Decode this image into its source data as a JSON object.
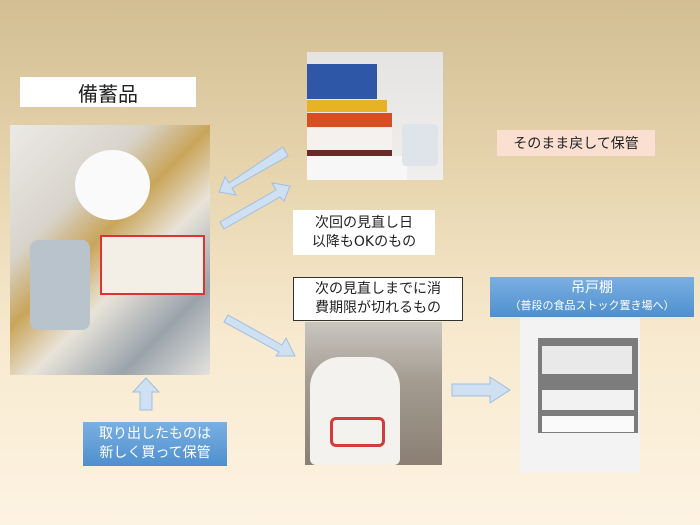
{
  "title": "備蓄品",
  "labels": {
    "keep": "そのまま戻して保管",
    "next_ok_line1": "次回の見直し日",
    "next_ok_line2": "以降もOKのもの",
    "expiring_line1": "次の見直しまでに消",
    "expiring_line2": "費期限が切れるもの",
    "cabinet_title": "吊戸棚",
    "cabinet_sub": "（普段の食品ストック置き場へ）",
    "replace_line1": "取り出したものは",
    "replace_line2": "新しく買って保管"
  },
  "colors": {
    "arrow": "#c9dcf0",
    "blue_box": "#5b9bd5",
    "pink_box": "#fbe0d2"
  }
}
